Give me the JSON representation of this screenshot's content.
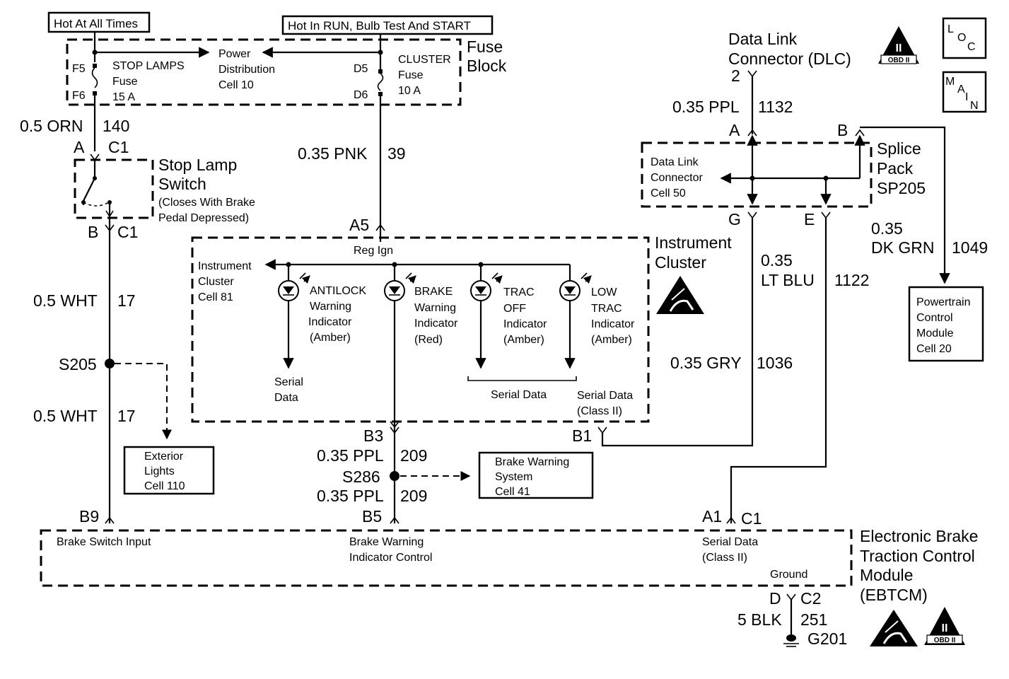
{
  "power": {
    "hot_at_all_times": "Hot At All Times",
    "hot_in_run": "Hot In RUN, Bulb Test And START"
  },
  "fuse_block": {
    "title_line1": "Fuse",
    "title_line2": "Block",
    "pin_f5": "F5",
    "pin_f6": "F6",
    "pin_d5": "D5",
    "pin_d6": "D6",
    "stop_fuse_line1": "STOP LAMPS",
    "stop_fuse_line2": "Fuse",
    "stop_fuse_line3": "15 A",
    "power_dist_line1": "Power",
    "power_dist_line2": "Distribution",
    "power_dist_line3": "Cell 10",
    "cluster_fuse_line1": "CLUSTER",
    "cluster_fuse_line2": "Fuse",
    "cluster_fuse_line3": "10 A"
  },
  "wires": {
    "w140_gauge": "0.5 ORN",
    "w140_num": "140",
    "w39_gauge": "0.35 PNK",
    "w39_num": "39",
    "w17a_gauge": "0.5 WHT",
    "w17a_num": "17",
    "w17b_gauge": "0.5 WHT",
    "w17b_num": "17",
    "w209a_gauge": "0.35 PPL",
    "w209a_num": "209",
    "w209b_gauge": "0.35 PPL",
    "w209b_num": "209",
    "w1132_gauge": "0.35 PPL",
    "w1132_num": "1132",
    "w1049_gauge_line1": "0.35",
    "w1049_gauge_line2": "DK GRN",
    "w1049_num": "1049",
    "w1122_gauge_line1": "0.35",
    "w1122_gauge_line2": "LT BLU",
    "w1122_num": "1122",
    "w1036_gauge": "0.35 GRY",
    "w1036_num": "1036",
    "w251_gauge": "5 BLK",
    "w251_num": "251"
  },
  "stop_switch": {
    "title_line1": "Stop Lamp",
    "title_line2": "Switch",
    "note_line1": "(Closes With Brake",
    "note_line2": "Pedal Depressed)",
    "pin_a": "A",
    "conn_top": "C1",
    "pin_b": "B",
    "conn_bottom": "C1"
  },
  "splices": {
    "s205": "S205",
    "s286": "S286"
  },
  "exterior_lights": {
    "line1": "Exterior",
    "line2": "Lights",
    "line3": "Cell 110"
  },
  "brake_warning_system": {
    "line1": "Brake Warning",
    "line2": "System",
    "line3": "Cell 41"
  },
  "instrument_cluster": {
    "title_line1": "Instrument",
    "title_line2": "Cluster",
    "pin_a5": "A5",
    "reg_ign": "Reg Ign",
    "cell_line1": "Instrument",
    "cell_line2": "Cluster",
    "cell_line3": "Cell 81",
    "antilock": [
      "ANTILOCK",
      "Warning",
      "Indicator",
      "(Amber)"
    ],
    "brake": [
      "BRAKE",
      "Warning",
      "Indicator",
      "(Red)"
    ],
    "trac_off": [
      "TRAC",
      "OFF",
      "Indicator",
      "(Amber)"
    ],
    "low_trac": [
      "LOW",
      "TRAC",
      "Indicator",
      "(Amber)"
    ],
    "serial_data_line1": "Serial",
    "serial_data_line2": "Data",
    "serial_data_group": "Serial Data",
    "serial_class_line1": "Serial Data",
    "serial_class_line2": "(Class II)",
    "pin_b3": "B3",
    "pin_b1": "B1"
  },
  "dlc": {
    "title_line1": "Data Link",
    "title_line2": "Connector (DLC)",
    "pin_2": "2",
    "obd_badge": "OBD II",
    "obd_numeral": "II"
  },
  "splice_pack": {
    "title_line1": "Splice",
    "title_line2": "Pack",
    "title_line3": "SP205",
    "pin_a": "A",
    "pin_b": "B",
    "pin_g": "G",
    "pin_e": "E",
    "dlc_cell_line1": "Data Link",
    "dlc_cell_line2": "Connector",
    "dlc_cell_line3": "Cell 50"
  },
  "pcm": {
    "line1": "Powertrain",
    "line2": "Control",
    "line3": "Module",
    "line4": "Cell 20"
  },
  "ebtcm": {
    "title_line1": "Electronic Brake",
    "title_line2": "Traction Control",
    "title_line3": "Module",
    "title_line4": "(EBTCM)",
    "pin_b9": "B9",
    "pin_b5": "B5",
    "pin_a1": "A1",
    "conn_c1": "C1",
    "brake_switch_input": "Brake Switch Input",
    "bwi_line1": "Brake Warning",
    "bwi_line2": "Indicator Control",
    "serial_line1": "Serial Data",
    "serial_line2": "(Class II)",
    "ground": "Ground",
    "pin_d": "D",
    "conn_c2": "C2",
    "ground_id": "G201",
    "obd_badge": "OBD II",
    "obd_numeral": "II"
  },
  "nav": {
    "loc_l": "L",
    "loc_o": "O",
    "loc_c": "C",
    "main_m": "M",
    "main_a": "A",
    "main_i": "I",
    "main_n": "N"
  }
}
